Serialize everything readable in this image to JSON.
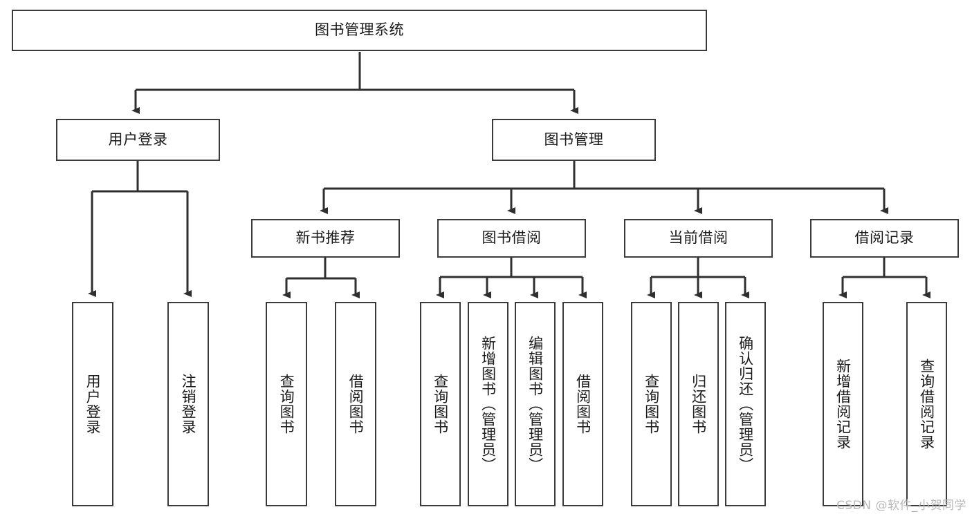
{
  "diagram": {
    "type": "hierarchy-tree",
    "title": "图书管理系统",
    "root": {
      "id": "root",
      "label": "图书管理系统",
      "orientation": "horizontal"
    },
    "level2": [
      {
        "id": "user-login",
        "label": "用户登录",
        "orientation": "horizontal"
      },
      {
        "id": "book-manage",
        "label": "图书管理",
        "orientation": "horizontal"
      }
    ],
    "level3": [
      {
        "id": "new-book-recommend",
        "label": "新书推荐",
        "orientation": "horizontal",
        "parent": "book-manage"
      },
      {
        "id": "book-borrow",
        "label": "图书借阅",
        "orientation": "horizontal",
        "parent": "book-manage"
      },
      {
        "id": "current-borrow",
        "label": "当前借阅",
        "orientation": "horizontal",
        "parent": "book-manage"
      },
      {
        "id": "borrow-record",
        "label": "借阅记录",
        "orientation": "horizontal",
        "parent": "book-manage"
      }
    ],
    "leaves": [
      {
        "id": "leaf-user-login",
        "label": "用户登录",
        "parent": "user-login"
      },
      {
        "id": "leaf-user-logout",
        "label": "注销登录",
        "parent": "user-login"
      },
      {
        "id": "leaf-query-book-1",
        "label": "查询图书",
        "parent": "new-book-recommend"
      },
      {
        "id": "leaf-borrow-book-1",
        "label": "借阅图书",
        "parent": "new-book-recommend"
      },
      {
        "id": "leaf-query-book-2",
        "label": "查询图书",
        "parent": "book-borrow"
      },
      {
        "id": "leaf-add-book",
        "label": "新增图书（管理员）",
        "parent": "book-borrow"
      },
      {
        "id": "leaf-edit-book",
        "label": "编辑图书（管理员）",
        "parent": "book-borrow"
      },
      {
        "id": "leaf-borrow-book-2",
        "label": "借阅图书",
        "parent": "book-borrow"
      },
      {
        "id": "leaf-query-book-3",
        "label": "查询图书",
        "parent": "current-borrow"
      },
      {
        "id": "leaf-return-book",
        "label": "归还图书",
        "parent": "current-borrow"
      },
      {
        "id": "leaf-confirm-return",
        "label": "确认归还（管理员）",
        "parent": "current-borrow"
      },
      {
        "id": "leaf-add-record",
        "label": "新增借阅记录",
        "parent": "borrow-record"
      },
      {
        "id": "leaf-query-record",
        "label": "查询借阅记录",
        "parent": "borrow-record"
      }
    ],
    "colors": {
      "border": "#3b3b3b",
      "background": "#ffffff",
      "text": "#1a1a1a",
      "edge": "#2f2f2f",
      "watermark": "#b8b8b8"
    }
  },
  "watermark": {
    "text": "CSDN @软件_小贺同学"
  }
}
